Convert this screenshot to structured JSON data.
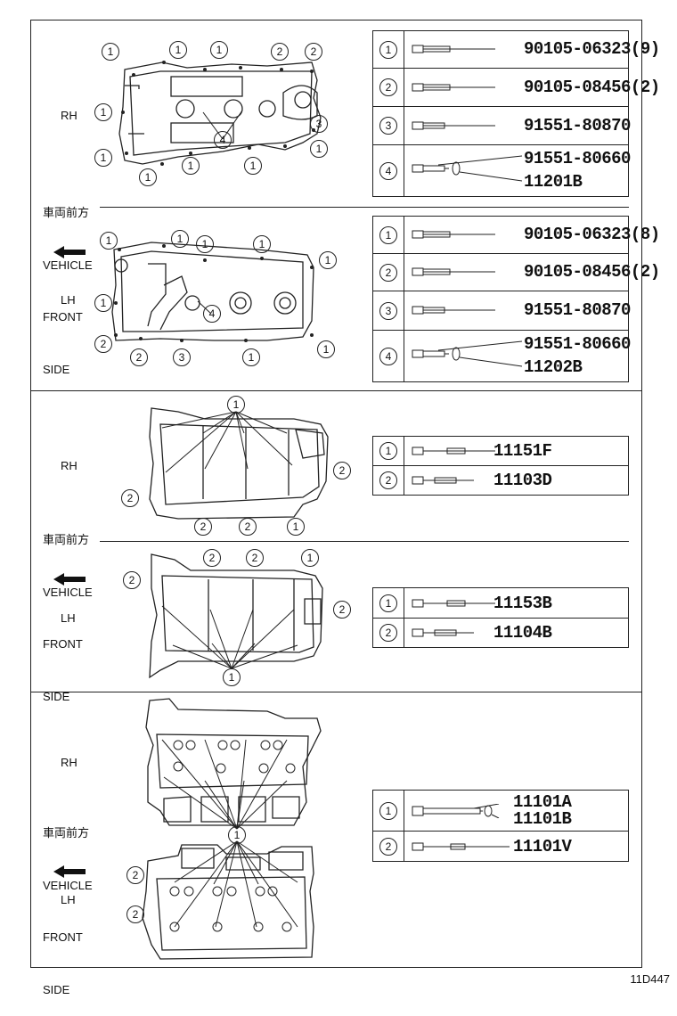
{
  "sections": [
    {
      "rh_label": "RH",
      "lh_label": "LH",
      "side_label_lines": [
        "車両前方",
        "VEHICLE",
        "FRONT",
        "SIDE"
      ],
      "rh_callouts": [
        "1",
        "1",
        "1",
        "2",
        "2",
        "1",
        "1",
        "3",
        "1",
        "1",
        "1",
        "1",
        "4"
      ],
      "lh_callouts": [
        "1",
        "1",
        "1",
        "1",
        "1",
        "1",
        "2",
        "2",
        "3",
        "1",
        "1",
        "4"
      ],
      "rh_parts": [
        {
          "index": "1",
          "numbers": [
            "90105-06323(9)"
          ]
        },
        {
          "index": "2",
          "numbers": [
            "90105-08456(2)"
          ]
        },
        {
          "index": "3",
          "numbers": [
            "91551-80870"
          ]
        },
        {
          "index": "4",
          "numbers": [
            "91551-80660",
            "11201B"
          ]
        }
      ],
      "lh_parts": [
        {
          "index": "1",
          "numbers": [
            "90105-06323(8)"
          ]
        },
        {
          "index": "2",
          "numbers": [
            "90105-08456(2)"
          ]
        },
        {
          "index": "3",
          "numbers": [
            "91551-80870"
          ]
        },
        {
          "index": "4",
          "numbers": [
            "91551-80660",
            "11202B"
          ]
        }
      ]
    },
    {
      "rh_label": "RH",
      "lh_label": "LH",
      "side_label_lines": [
        "車両前方",
        "VEHICLE",
        "FRONT",
        "SIDE"
      ],
      "rh_callouts": [
        "1",
        "2",
        "2",
        "2",
        "2",
        "1"
      ],
      "lh_callouts": [
        "2",
        "2",
        "1",
        "2",
        "2",
        "1"
      ],
      "rh_parts": [
        {
          "index": "1",
          "numbers": [
            "11151F"
          ]
        },
        {
          "index": "2",
          "numbers": [
            "11103D"
          ]
        }
      ],
      "lh_parts": [
        {
          "index": "1",
          "numbers": [
            "11153B"
          ]
        },
        {
          "index": "2",
          "numbers": [
            "11104B"
          ]
        }
      ]
    },
    {
      "rh_label": "RH",
      "lh_label": "LH",
      "side_label_lines": [
        "車両前方",
        "VEHICLE",
        "FRONT",
        "SIDE"
      ],
      "callouts": [
        "1",
        "2",
        "2"
      ],
      "parts": [
        {
          "index": "1",
          "numbers": [
            "11101A",
            "11101B"
          ]
        },
        {
          "index": "2",
          "numbers": [
            "11101V"
          ]
        }
      ]
    }
  ],
  "footer_code": "11D447"
}
